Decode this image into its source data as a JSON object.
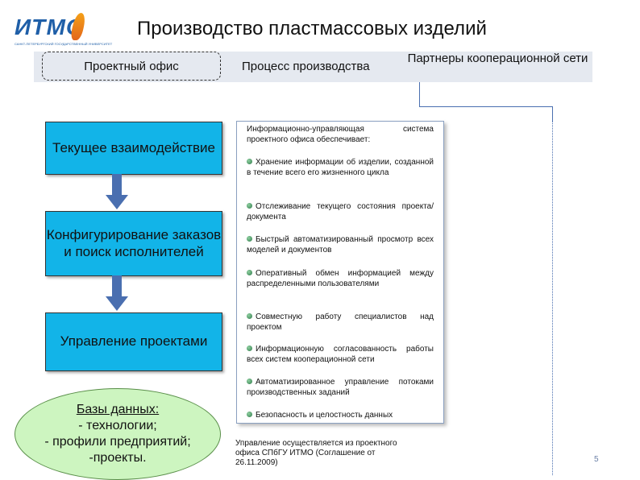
{
  "logo": {
    "text": "ИТМО",
    "subtitle": "САНКТ-ПЕТЕРБУРГСКИЙ ГОСУДАРСТВЕННЫЙ УНИВЕРСИТЕТ"
  },
  "title": "Производство пластмассовых изделий",
  "header": {
    "office": "Проектный офис",
    "process": "Процесс производства",
    "partners": "Партнеры кооперационной сети"
  },
  "steps": [
    "Текущее взаимодействие",
    "Конфигурирование заказов и поиск исполнителей",
    "Управление проектами"
  ],
  "database": {
    "title": "Базы данных:",
    "lines": [
      "- технологии;",
      "- профили предприятий;",
      "-проекты."
    ]
  },
  "info": {
    "intro": "Информационно-управляющая система проектного офиса обеспечивает:",
    "items": [
      "Хранение информации об изделии, созданной в течение всего его жизненного цикла",
      "Отслеживание текущего состояния проекта/документа",
      "Быстрый автоматизированный просмотр всех моделей и документов",
      "Оперативный обмен информацией между распределенными пользователями",
      "Совместную работу специалистов над проектом",
      "Информационную согласованность работы всех систем кооперационной сети",
      "Автоматизированное управление потоками производственных заданий",
      "Безопасность и целостность данных"
    ]
  },
  "footnote": "Управление осуществляется из проектного офиса СПбГУ ИТМО (Соглашение от 26.11.2009)",
  "page_number": "5",
  "colors": {
    "step_fill": "#12b4e8",
    "arrow_fill": "#4a6fb0",
    "db_fill": "#cdf5c0",
    "bar_fill": "#e5e9f0"
  }
}
